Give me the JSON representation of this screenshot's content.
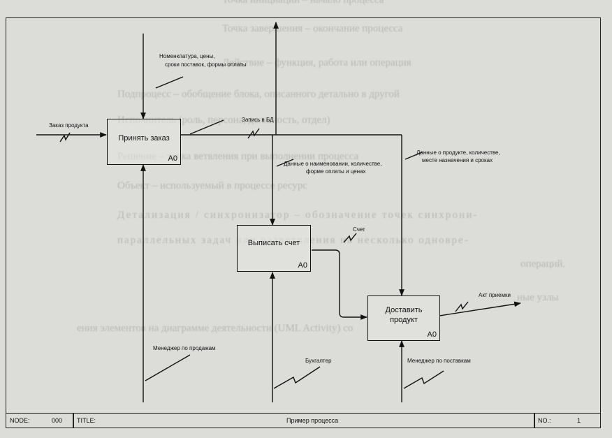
{
  "background_text": [
    "Точка инициации – начало процесса",
    "Точка завершения – окончание процесса",
    "Действие – функция, работа или операция",
    "Подпроцесс – обобщение блока, описанного детально в другой",
    "Исполнитель (роль, персона, должность, отдел)",
    "Решение – точка ветвления при выполнении процесса",
    "Объект – используемый в процессе ресурс",
    "Детализация / синхронизатор – обозначение точек синхрони-",
    "параллельных задач или разветвления на несколько одновре-",
    "операций.",
    "ные узлы",
    "ения элементов на диаграмме деятельности (UML Activity) со"
  ],
  "boxes": {
    "accept": {
      "title": "Принять заказ",
      "id": "A0"
    },
    "invoice": {
      "title": "Выписать счет",
      "id": "A0"
    },
    "deliver": {
      "title_line1": "Доставить",
      "title_line2": "продукт",
      "id": "A0"
    }
  },
  "labels": {
    "order": "Заказ продукта",
    "nomenclature_line1": "Номенклатура, цены,",
    "nomenclature_line2": "сроки поставок, формы оплаты",
    "db_record": "Запись в БД",
    "names_line1": "Данные о наименовании, количестве,",
    "names_line2": "форме оплаты и ценах",
    "product_line1": "Данные о продукте, количестве,",
    "product_line2": "месте назначения и сроках",
    "invoice_out": "Счет",
    "act": "Акт приемки",
    "sales_manager": "Менеджер по продажам",
    "accountant": "Бухгалтер",
    "supply_manager": "Менеджер по поставкам"
  },
  "footer": {
    "node_label": "NODE:",
    "node_value": "000",
    "title_label": "TITLE:",
    "title_value": "Пример процесса",
    "no_label": "NO.:",
    "no_value": "1"
  }
}
